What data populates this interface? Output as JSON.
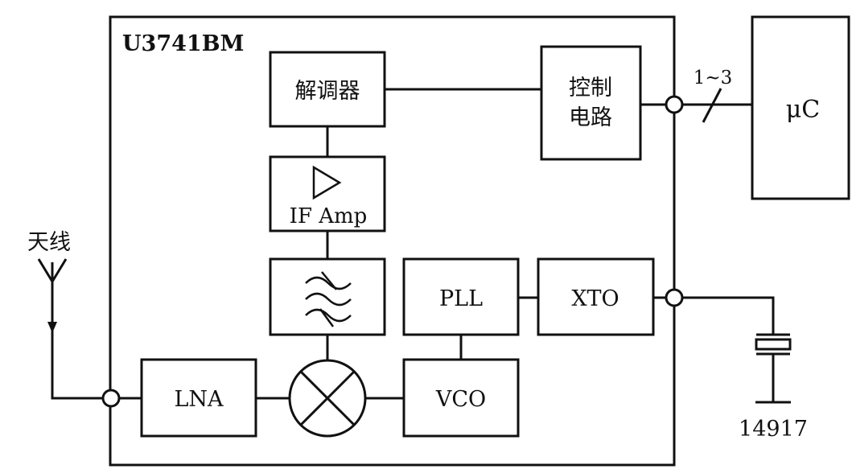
{
  "chip": {
    "name": "U3741BM"
  },
  "blocks": {
    "demodulator": "解调器",
    "control_line1": "控制",
    "control_line2": "电路",
    "if_amp": "IF Amp",
    "pll": "PLL",
    "xto": "XTO",
    "lna": "LNA",
    "vco": "VCO",
    "mcu": "μC"
  },
  "labels": {
    "antenna": "天线",
    "bus_width": "1~3",
    "figure_number": "14917"
  },
  "icons": [
    "amplifier-triangle-icon",
    "bandpass-filter-icon",
    "mixer-icon",
    "antenna-icon",
    "crystal-icon",
    "ground-icon",
    "pin-circle-icon"
  ]
}
